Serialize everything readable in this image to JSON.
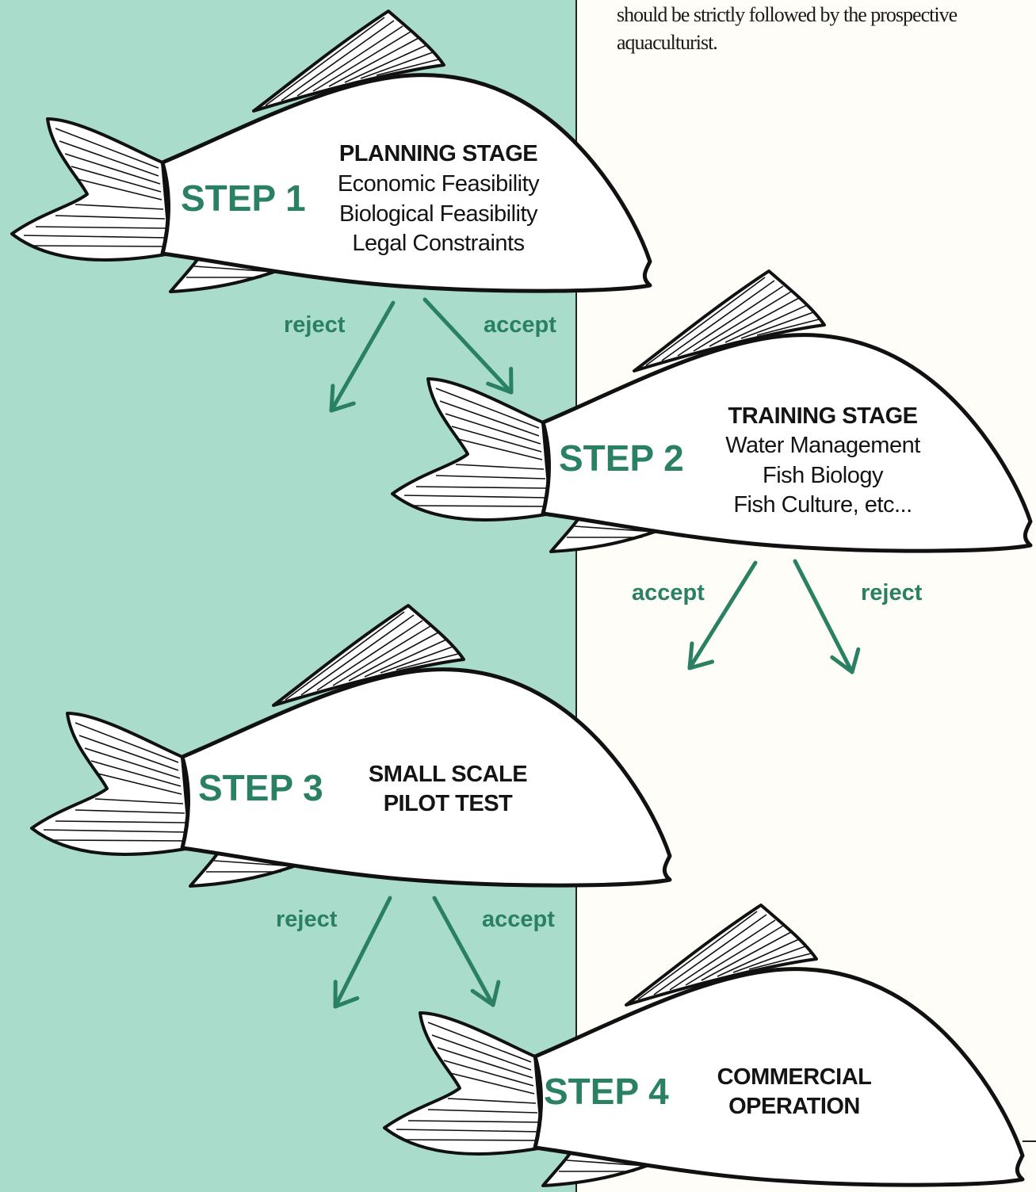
{
  "intro_text": {
    "line1": "should be strictly followed by the prospective",
    "line2": "aquaculturist."
  },
  "steps": [
    {
      "step_label": "STEP 1",
      "title": "PLANNING STAGE",
      "items": [
        "Economic Feasibility",
        "Biological Feasibility",
        "Legal Constraints"
      ]
    },
    {
      "step_label": "STEP 2",
      "title": "TRAINING STAGE",
      "items": [
        "Water Management",
        "Fish Biology",
        "Fish Culture, etc..."
      ]
    },
    {
      "step_label": "STEP 3",
      "title_lines": [
        "SMALL SCALE",
        "PILOT TEST"
      ]
    },
    {
      "step_label": "STEP 4",
      "title_lines": [
        "COMMERCIAL",
        "OPERATION"
      ]
    }
  ],
  "flow": {
    "after_step1": {
      "left": "reject",
      "right": "accept"
    },
    "after_step2": {
      "left": "accept",
      "right": "reject"
    },
    "after_step3": {
      "left": "reject",
      "right": "accept"
    }
  },
  "colors": {
    "panel_background": "#a9dccb",
    "accent_green": "#2a8063",
    "page_background": "#fefdf8",
    "outline": "#111111"
  }
}
